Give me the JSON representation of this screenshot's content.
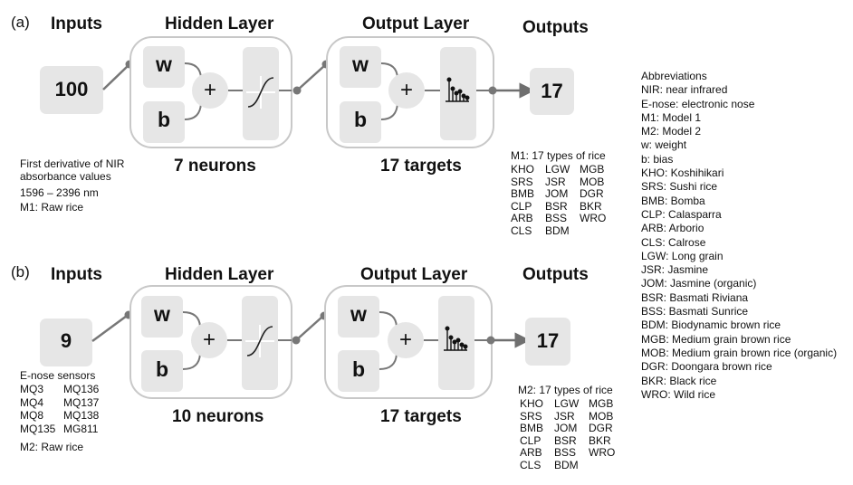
{
  "panels": {
    "a": {
      "label": "(a)",
      "inputs_header": "Inputs",
      "hidden_header": "Hidden Layer",
      "output_header": "Output Layer",
      "outputs_header": "Outputs",
      "input_value": "100",
      "output_value": "17",
      "weight_label": "w",
      "bias_label": "b",
      "sum_symbol": "+",
      "hidden_count": "7 neurons",
      "output_count": "17 targets",
      "input_description": [
        "First derivative of NIR",
        "absorbance values",
        "1596 – 2396 nm",
        "M1: Raw rice"
      ],
      "rice_title": "M1: 17 types of rice",
      "rice_codes": [
        "KHO",
        "LGW",
        "MGB",
        "SRS",
        "JSR",
        "MOB",
        "BMB",
        "JOM",
        "DGR",
        "CLP",
        "BSR",
        "BKR",
        "ARB",
        "BSS",
        "WRO",
        "CLS",
        "BDM"
      ]
    },
    "b": {
      "label": "(b)",
      "inputs_header": "Inputs",
      "hidden_header": "Hidden Layer",
      "output_header": "Output Layer",
      "outputs_header": "Outputs",
      "input_value": "9",
      "output_value": "17",
      "weight_label": "w",
      "bias_label": "b",
      "sum_symbol": "+",
      "hidden_count": "10 neurons",
      "output_count": "17 targets",
      "sensors_title": "E-nose sensors",
      "sensors": [
        "MQ3",
        "MQ136",
        "MQ4",
        "MQ137",
        "MQ8",
        "MQ138",
        "MQ135",
        "MG811"
      ],
      "model_note": "M2: Raw rice",
      "rice_title": "M2: 17 types of rice",
      "rice_codes": [
        "KHO",
        "LGW",
        "MGB",
        "SRS",
        "JSR",
        "MOB",
        "BMB",
        "JOM",
        "DGR",
        "CLP",
        "BSR",
        "BKR",
        "ARB",
        "BSS",
        "WRO",
        "CLS",
        "BDM"
      ]
    }
  },
  "abbreviations": [
    "Abbreviations",
    "NIR: near infrared",
    "E-nose: electronic nose",
    "M1: Model 1",
    "M2: Model 2",
    "w: weight",
    "b: bias",
    "KHO: Koshihikari",
    "SRS: Sushi rice",
    "BMB: Bomba",
    "CLP: Calasparra",
    "ARB: Arborio",
    "CLS: Calrose",
    "LGW: Long grain",
    "JSR: Jasmine",
    "JOM: Jasmine (organic)",
    "BSR: Basmati Riviana",
    "BSS: Basmati Sunrice",
    "BDM: Biodynamic brown rice",
    "MGB: Medium grain brown rice",
    "MOB: Medium grain brown rice (organic)",
    "DGR: Doongara brown rice",
    "BKR: Black rice",
    "WRO: Wild rice"
  ],
  "colors": {
    "box_fill": "#e6e6e6",
    "frame_stroke": "#c8c8c8",
    "connector": "#777777",
    "text": "#111111"
  }
}
